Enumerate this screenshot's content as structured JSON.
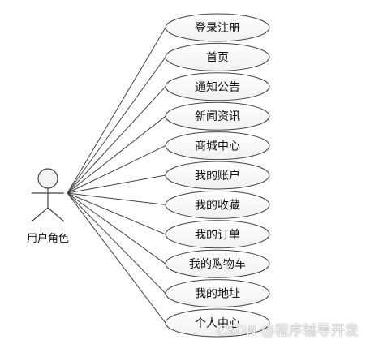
{
  "actor": {
    "label": "用户角色"
  },
  "use_cases": [
    "登录注册",
    "首页",
    "通知公告",
    "新闻资讯",
    "商城中心",
    "我的账户",
    "我的收藏",
    "我的订单",
    "我的购物车",
    "我的地址",
    "个人中心"
  ],
  "watermark": "CSDN @程序辅导开发"
}
